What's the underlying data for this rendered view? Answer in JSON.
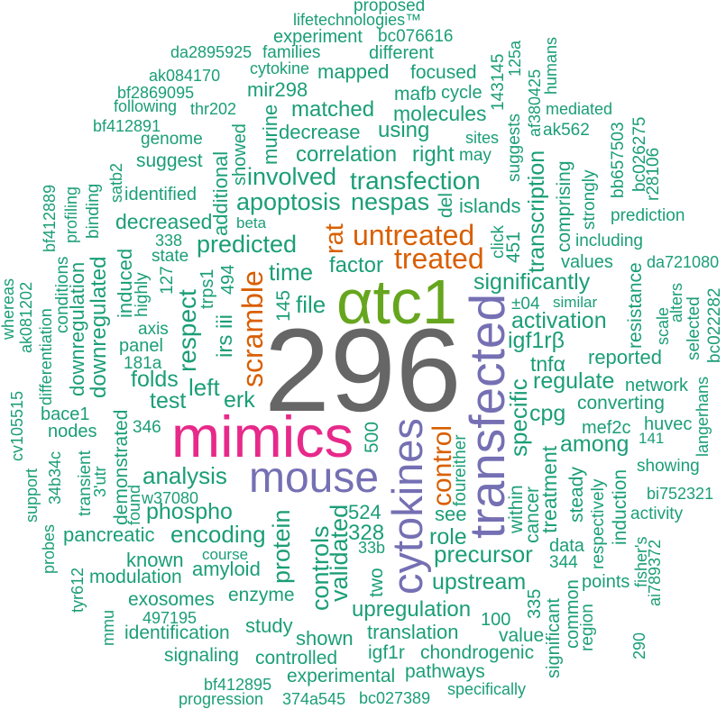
{
  "palette": {
    "default": "#1b9e77"
  },
  "words": [
    {
      "text": "296",
      "color": "#666666"
    },
    {
      "text": "mimics",
      "color": "#e7298a"
    },
    {
      "text": "αtc1",
      "color": "#66a61e"
    },
    {
      "text": "mouse",
      "color": "#7570b3"
    },
    {
      "text": "untreated",
      "color": "#d95f02"
    },
    {
      "text": "treated",
      "color": "#d95f02"
    },
    {
      "text": "transfected",
      "color": "#7570b3"
    },
    {
      "text": "cytokines",
      "color": "#7570b3"
    },
    {
      "text": "control",
      "color": "#d95f02"
    },
    {
      "text": "scramble",
      "color": "#d95f02"
    },
    {
      "text": "rat",
      "color": "#d95f02"
    },
    {
      "text": "proposed"
    },
    {
      "text": "lifetechnologies™"
    },
    {
      "text": "experiment"
    },
    {
      "text": "bc076616"
    },
    {
      "text": "da2895925"
    },
    {
      "text": "families"
    },
    {
      "text": "different"
    },
    {
      "text": "cytokine"
    },
    {
      "text": "ak084170"
    },
    {
      "text": "mapped"
    },
    {
      "text": "focused"
    },
    {
      "text": "bf2869095"
    },
    {
      "text": "mir298"
    },
    {
      "text": "mafb"
    },
    {
      "text": "cycle"
    },
    {
      "text": "following"
    },
    {
      "text": "thr202"
    },
    {
      "text": "matched"
    },
    {
      "text": "molecules"
    },
    {
      "text": "mediated"
    },
    {
      "text": "bf412891"
    },
    {
      "text": "genome"
    },
    {
      "text": "decrease"
    },
    {
      "text": "using"
    },
    {
      "text": "ak562"
    },
    {
      "text": "sites"
    },
    {
      "text": "correlation"
    },
    {
      "text": "right"
    },
    {
      "text": "may"
    },
    {
      "text": "suggest"
    },
    {
      "text": "identified"
    },
    {
      "text": "involved"
    },
    {
      "text": "transfection"
    },
    {
      "text": "apoptosis"
    },
    {
      "text": "nespas"
    },
    {
      "text": "islands"
    },
    {
      "text": "prediction"
    },
    {
      "text": "decreased"
    },
    {
      "text": "beta"
    },
    {
      "text": "338"
    },
    {
      "text": "including"
    },
    {
      "text": "predicted"
    },
    {
      "text": "state"
    },
    {
      "text": "values"
    },
    {
      "text": "da721080"
    },
    {
      "text": "significantly"
    },
    {
      "text": "time"
    },
    {
      "text": "factor"
    },
    {
      "text": "file"
    },
    {
      "text": "±04"
    },
    {
      "text": "similar"
    },
    {
      "text": "activation"
    },
    {
      "text": "igf1rβ"
    },
    {
      "text": "axis"
    },
    {
      "text": "panel"
    },
    {
      "text": "181a"
    },
    {
      "text": "folds"
    },
    {
      "text": "left"
    },
    {
      "text": "test"
    },
    {
      "text": "tnfα"
    },
    {
      "text": "reported"
    },
    {
      "text": "regulate"
    },
    {
      "text": "network"
    },
    {
      "text": "converting"
    },
    {
      "text": "cpg"
    },
    {
      "text": "mef2c"
    },
    {
      "text": "huvec"
    },
    {
      "text": "141"
    },
    {
      "text": "among"
    },
    {
      "text": "erk"
    },
    {
      "text": "346"
    },
    {
      "text": "bace1"
    },
    {
      "text": "nodes"
    },
    {
      "text": "analysis"
    },
    {
      "text": "w37080"
    },
    {
      "text": "phospho"
    },
    {
      "text": "pancreatic"
    },
    {
      "text": "encoding"
    },
    {
      "text": "course"
    },
    {
      "text": "known"
    },
    {
      "text": "amyloid"
    },
    {
      "text": "modulation"
    },
    {
      "text": "exosomes"
    },
    {
      "text": "enzyme"
    },
    {
      "text": "497195"
    },
    {
      "text": "study"
    },
    {
      "text": "identification"
    },
    {
      "text": "shown"
    },
    {
      "text": "signaling"
    },
    {
      "text": "controlled"
    },
    {
      "text": "experimental"
    },
    {
      "text": "bf412895"
    },
    {
      "text": "progression"
    },
    {
      "text": "374a545"
    },
    {
      "text": "bc027389"
    },
    {
      "text": "specifically"
    },
    {
      "text": "pathways"
    },
    {
      "text": "chondrogenic"
    },
    {
      "text": "igf1r"
    },
    {
      "text": "translation"
    },
    {
      "text": "value"
    },
    {
      "text": "100"
    },
    {
      "text": "upregulation"
    },
    {
      "text": "upstream"
    },
    {
      "text": "precursor"
    },
    {
      "text": "role"
    },
    {
      "text": "see"
    },
    {
      "text": "524"
    },
    {
      "text": "328"
    },
    {
      "text": "33b"
    },
    {
      "text": "data"
    },
    {
      "text": "344"
    },
    {
      "text": "points"
    },
    {
      "text": "activity"
    },
    {
      "text": "showing"
    },
    {
      "text": "bi752321"
    },
    {
      "text": "satb2"
    },
    {
      "text": "bf412889"
    },
    {
      "text": "profiling"
    },
    {
      "text": "binding"
    },
    {
      "text": "whereas"
    },
    {
      "text": "ak081202"
    },
    {
      "text": "differentiation"
    },
    {
      "text": "conditions"
    },
    {
      "text": "downregulation"
    },
    {
      "text": "downregulated"
    },
    {
      "text": "induced"
    },
    {
      "text": "highly"
    },
    {
      "text": "127"
    },
    {
      "text": "respect"
    },
    {
      "text": "trps1"
    },
    {
      "text": "494"
    },
    {
      "text": "irs iii"
    },
    {
      "text": "additional"
    },
    {
      "text": "showed"
    },
    {
      "text": "murine"
    },
    {
      "text": "cv105515"
    },
    {
      "text": "34b34c"
    },
    {
      "text": "support"
    },
    {
      "text": "transient"
    },
    {
      "text": "3'utr"
    },
    {
      "text": "demonstrated"
    },
    {
      "text": "found"
    },
    {
      "text": "probes"
    },
    {
      "text": "tyr612"
    },
    {
      "text": "mmu"
    },
    {
      "text": "protein"
    },
    {
      "text": "controls"
    },
    {
      "text": "validated"
    },
    {
      "text": "two"
    },
    {
      "text": "500"
    },
    {
      "text": "145"
    },
    {
      "text": "four"
    },
    {
      "text": "either"
    },
    {
      "text": "click"
    },
    {
      "text": "451"
    },
    {
      "text": "del"
    },
    {
      "text": "transcription"
    },
    {
      "text": "suggests"
    },
    {
      "text": "af380425"
    },
    {
      "text": "143145"
    },
    {
      "text": "125a"
    },
    {
      "text": "humans"
    },
    {
      "text": "comprising"
    },
    {
      "text": "strongly"
    },
    {
      "text": "bb657503"
    },
    {
      "text": "bc026275"
    },
    {
      "text": "r28106"
    },
    {
      "text": "resistance"
    },
    {
      "text": "scale"
    },
    {
      "text": "alters"
    },
    {
      "text": "selected"
    },
    {
      "text": "bc022282"
    },
    {
      "text": "langerhans"
    },
    {
      "text": "specific"
    },
    {
      "text": "within"
    },
    {
      "text": "cancer"
    },
    {
      "text": "treatment"
    },
    {
      "text": "steady"
    },
    {
      "text": "respectively"
    },
    {
      "text": "induction"
    },
    {
      "text": "fisher's"
    },
    {
      "text": "ai789372"
    },
    {
      "text": "335"
    },
    {
      "text": "significant"
    },
    {
      "text": "common"
    },
    {
      "text": "region"
    },
    {
      "text": "290"
    }
  ]
}
